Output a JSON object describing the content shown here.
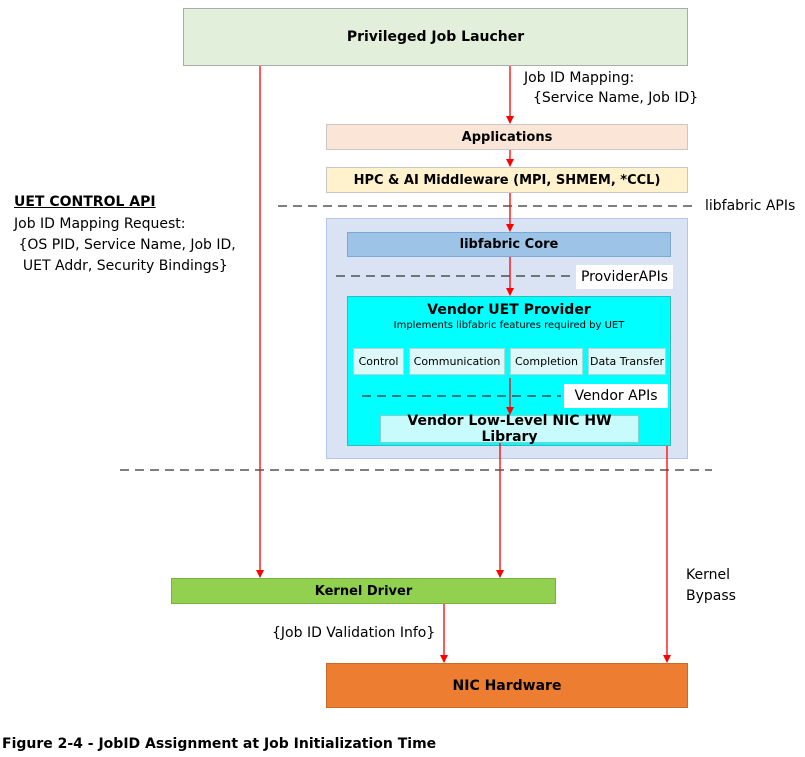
{
  "launcher": {
    "label": "Privileged Job Laucher"
  },
  "applications": {
    "label": "Applications"
  },
  "middleware": {
    "label": "HPC & AI Middleware (MPI, SHMEM, *CCL)"
  },
  "libfabric_apis": {
    "label": "libfabric APIs"
  },
  "libfabric_core": {
    "label": "libfabric Core"
  },
  "provider_apis": {
    "label": "ProviderAPIs"
  },
  "vendor_provider": {
    "title": "Vendor UET Provider",
    "subtitle": "Implements libfabric features required by UET",
    "features": [
      "Control",
      "Communication",
      "Completion",
      "Data Transfer"
    ]
  },
  "vendor_apis": {
    "label": "Vendor APIs"
  },
  "nic_library": {
    "label": "Vendor Low-Level NIC HW Library"
  },
  "kernel_driver": {
    "label": "Kernel Driver"
  },
  "nic_hardware": {
    "label": "NIC Hardware"
  },
  "job_id_mapping": {
    "line1": "Job ID Mapping:",
    "line2": "{Service Name, Job ID}"
  },
  "uet_control": {
    "title": "UET CONTROL API",
    "line1": "Job ID Mapping Request:",
    "line2": " {OS PID, Service Name, Job ID,",
    "line3": "  UET Addr, Security Bindings}"
  },
  "validation_info": {
    "label": "{Job ID Validation Info}"
  },
  "kernel_bypass": {
    "line1": "Kernel",
    "line2": "Bypass"
  },
  "caption": {
    "label": "Figure 2-4 - JobID Assignment at Job Initialization Time"
  },
  "colors": {
    "launcher": "#e2efda",
    "applications": "#fbe5d6",
    "middleware": "#fff2cc",
    "libfabric_container": "#dae3f3",
    "libfabric_core": "#9dc3e6",
    "vendor_provider": "#00ffff",
    "feature_box": "#ddf8f8",
    "nic_library": "#c8fbfb",
    "kernel_driver": "#92d050",
    "nic_hardware": "#ed7d31",
    "arrow": "#ff0000"
  }
}
